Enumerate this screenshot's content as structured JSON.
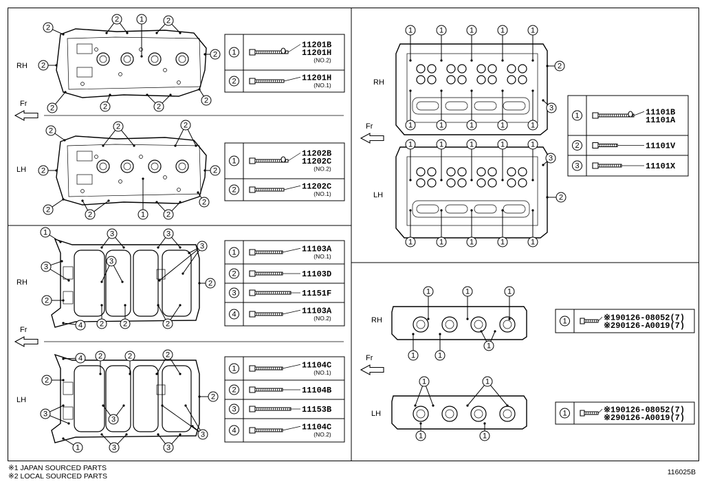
{
  "labels": {
    "rh": "RH",
    "lh": "LH",
    "fr": "Fr"
  },
  "footnotes": [
    "※1 JAPAN SOURCED PARTS",
    "※2 LOCAL SOURCED PARTS"
  ],
  "diagram_code": "116025B",
  "legends": {
    "cam_rh": [
      {
        "num": "1",
        "parts": [
          "11201B",
          "11201H"
        ],
        "note": "(NO.2)"
      },
      {
        "num": "2",
        "parts": [
          "11201H"
        ],
        "note": "(NO.1)"
      }
    ],
    "cam_lh": [
      {
        "num": "1",
        "parts": [
          "11202B",
          "11202C"
        ],
        "note": "(NO.2)"
      },
      {
        "num": "2",
        "parts": [
          "11202C"
        ],
        "note": "(NO.1)"
      }
    ],
    "head": [
      {
        "num": "1",
        "parts": [
          "11101B",
          "11101A"
        ],
        "note": ""
      },
      {
        "num": "2",
        "parts": [
          "11101V"
        ],
        "note": ""
      },
      {
        "num": "3",
        "parts": [
          "11101X"
        ],
        "note": ""
      }
    ],
    "hous_rh": [
      {
        "num": "1",
        "parts": [
          "11103A"
        ],
        "note": "(NO.1)"
      },
      {
        "num": "2",
        "parts": [
          "11103D"
        ],
        "note": ""
      },
      {
        "num": "3",
        "parts": [
          "11151F"
        ],
        "note": ""
      },
      {
        "num": "4",
        "parts": [
          "11103A"
        ],
        "note": "(NO.2)"
      }
    ],
    "hous_lh": [
      {
        "num": "1",
        "parts": [
          "11104C"
        ],
        "note": "(NO.1)"
      },
      {
        "num": "2",
        "parts": [
          "11104B"
        ],
        "note": ""
      },
      {
        "num": "3",
        "parts": [
          "11153B"
        ],
        "note": ""
      },
      {
        "num": "4",
        "parts": [
          "11104C"
        ],
        "note": "(NO.2)"
      }
    ],
    "stud_rh": [
      {
        "num": "1",
        "parts": [
          "※190126-08052(7)",
          "※290126-A0019(7)"
        ],
        "note": ""
      }
    ],
    "stud_lh": [
      {
        "num": "1",
        "parts": [
          "※190126-08052(7)",
          "※290126-A0019(7)"
        ],
        "note": ""
      }
    ]
  }
}
